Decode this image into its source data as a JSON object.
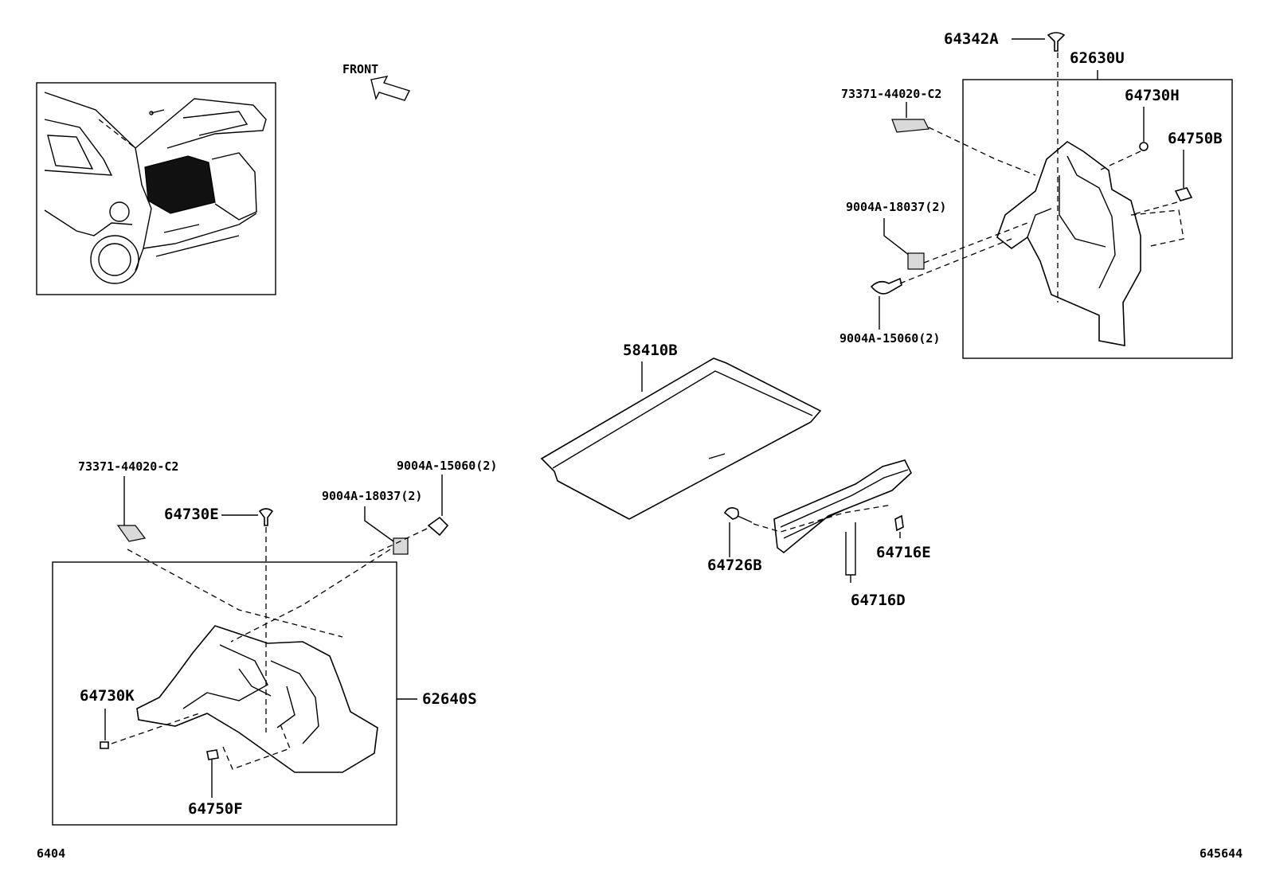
{
  "diagram": {
    "labels": {
      "front": "FRONT",
      "p64342A": "64342A",
      "p62630U": "62630U",
      "p73371_top": "73371-44020-C2",
      "p64730H": "64730H",
      "p64750B": "64750B",
      "p9004A_18037_top": "9004A-18037(2)",
      "p9004A_15060_top": "9004A-15060(2)",
      "p58410B": "58410B",
      "p73371_left": "73371-44020-C2",
      "p9004A_15060_left": "9004A-15060(2)",
      "p9004A_18037_left": "9004A-18037(2)",
      "p64730E": "64730E",
      "p64730K": "64730K",
      "p62640S": "62640S",
      "p64750F": "64750F",
      "p64726B": "64726B",
      "p64716E": "64716E",
      "p64716D": "64716D"
    },
    "footer": {
      "left_code": "6404",
      "right_code": "645644"
    }
  }
}
